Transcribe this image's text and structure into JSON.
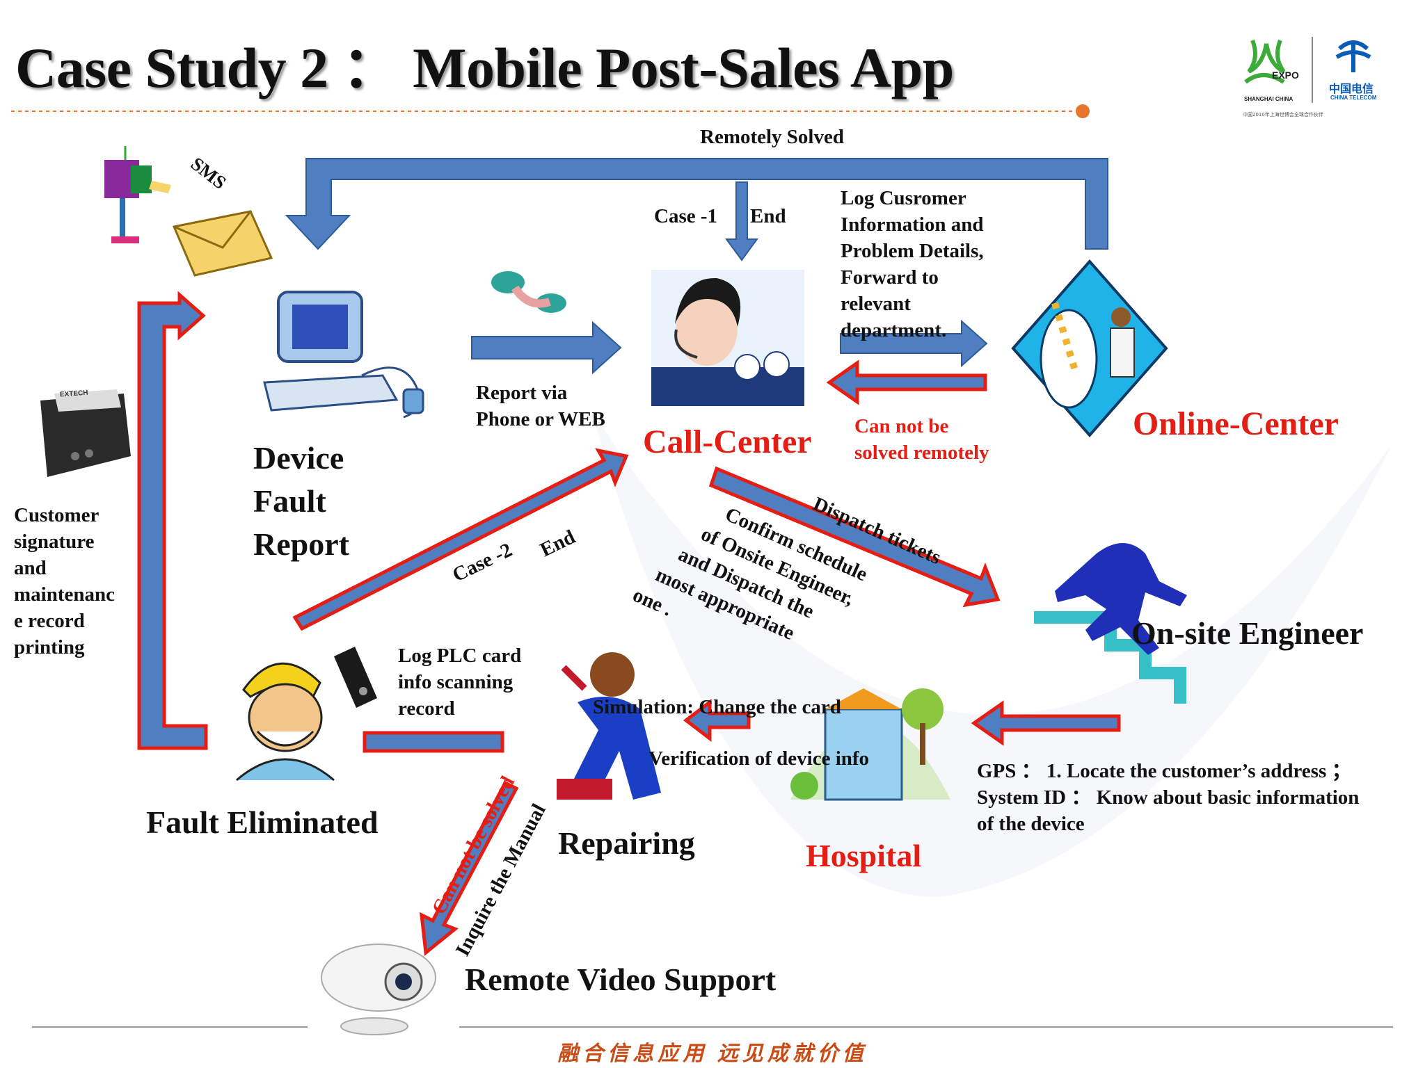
{
  "title": "Case Study 2  ： Mobile Post-Sales App",
  "logo": {
    "expo": "EXPO",
    "expo_sub": "SHANGHAI CHINA",
    "telecom_cn": "中国电信",
    "telecom_en": "CHINA TELECOM",
    "tagline": "中国2010年上海世博会全球合作伙伴"
  },
  "labels": {
    "remotely_solved": "Remotely Solved",
    "sms": "SMS",
    "case1": "Case -1",
    "end1": "End",
    "log_customer": [
      "Log Cusromer",
      "Information and",
      "Problem Details,",
      "Forward to",
      "relevant",
      "department."
    ],
    "report_via": [
      "Report  via",
      "Phone or WEB"
    ],
    "call_center": "Call-Center",
    "cannot_remote": [
      "Can not be",
      "solved remotely"
    ],
    "online_center": "Online-Center",
    "device_fault": [
      "Device",
      "Fault",
      "Report"
    ],
    "customer_sig": [
      "Customer",
      "signature",
      "and",
      "maintenanc",
      "e record",
      "printing"
    ],
    "case2": "Case -2",
    "end2": "End",
    "dispatch": "Dispatch tickets",
    "confirm": [
      "Confirm schedule",
      "of Onsite Engineer,",
      "and Dispatch the",
      "most appropriate",
      "one ."
    ],
    "onsite": "On-site Engineer",
    "log_plc": [
      "Log PLC card",
      "info scanning",
      "record"
    ],
    "simulation": "Simulation: Change the card",
    "verification": "Verification of device info",
    "gps": [
      "GPS ： 1. Locate the customer’s address ；",
      "System ID ： Know about basic information",
      "of the device"
    ],
    "fault_eliminated": "Fault Eliminated",
    "repairing": "Repairing",
    "hospital": "Hospital",
    "cannot_solved": "Can not be solved",
    "inquire": "Inquire the Manual",
    "remote_video": "Remote Video Support",
    "printer_brand": "EXTECH"
  },
  "footer": "融合信息应用  远见成就价值",
  "colors": {
    "arrow_blue": "#4f7fc0",
    "arrow_red": "#e41e14",
    "accent_orange": "#e8742a",
    "red_text": "#e41e14"
  }
}
